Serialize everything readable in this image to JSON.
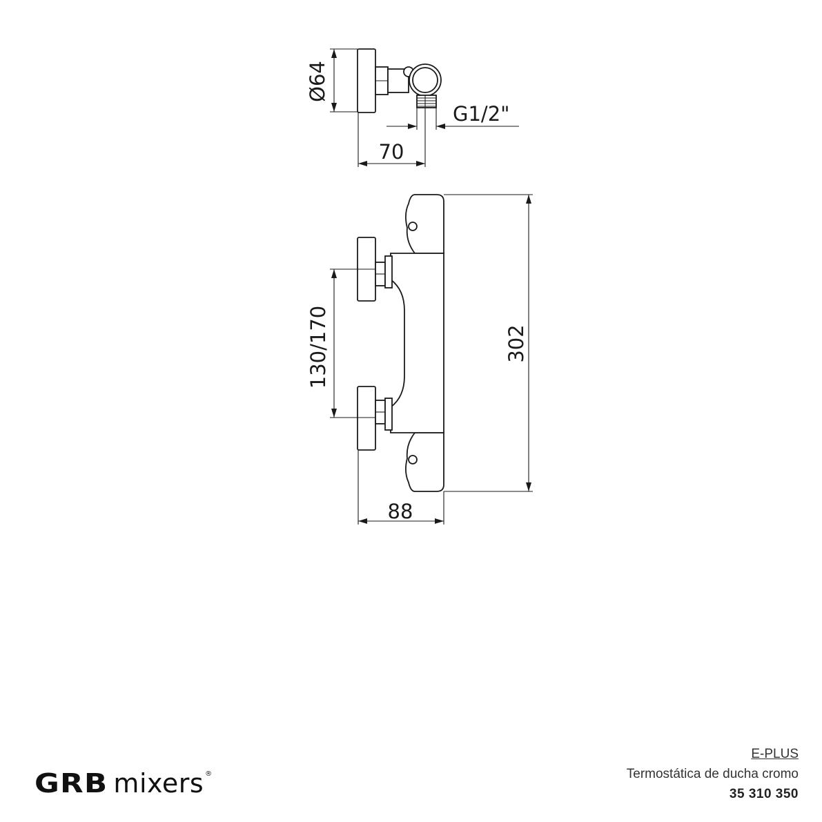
{
  "dimensions": {
    "diameter": "Ø64",
    "thread": "G1/2\"",
    "depth": "70",
    "height": "302",
    "centers": "130/170",
    "width": "88"
  },
  "brand": {
    "name_bold": "GRB",
    "name_light": "mixers",
    "registered": "®"
  },
  "product": {
    "model": "E-PLUS",
    "description": "Termostática de ducha cromo",
    "code": "35 310 350"
  }
}
